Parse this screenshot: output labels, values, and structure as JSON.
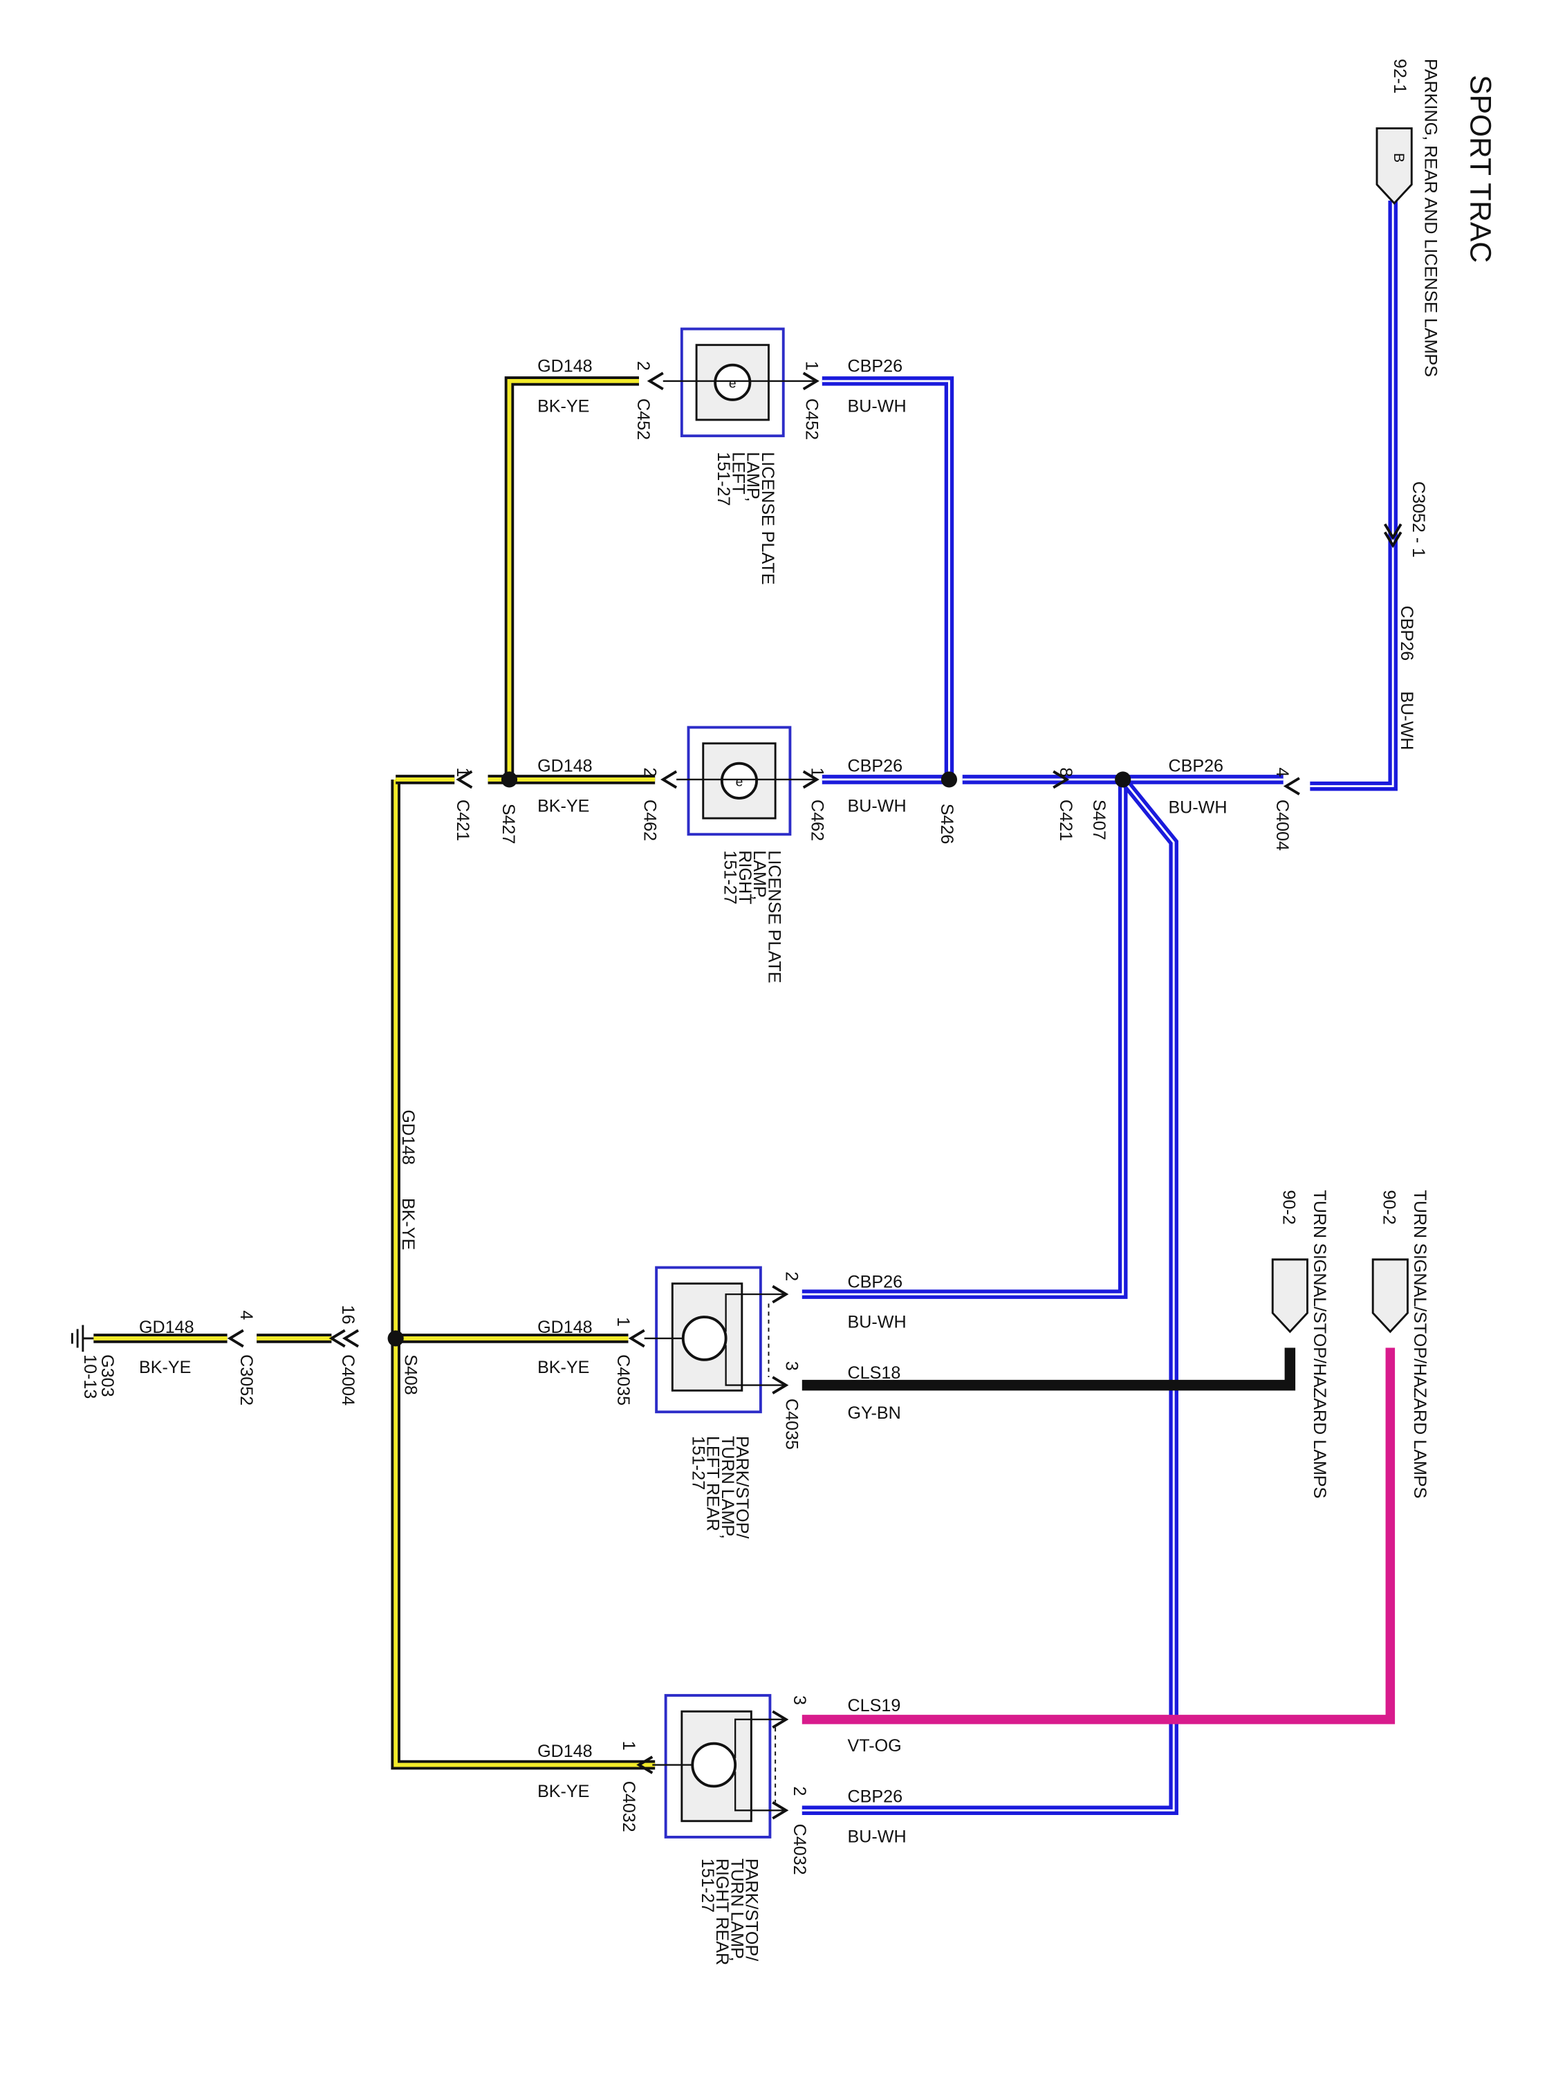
{
  "title": "SPORT TRAC",
  "subtitle": "PARKING, REAR AND LICENSE LAMPS",
  "page_ref": "92-1",
  "connector_b": "B",
  "c3052_pin": "C3052 - 1",
  "wires": {
    "cbp26": "CBP26",
    "bu_wh": "BU-WH",
    "gd148": "GD148",
    "bk_ye": "BK-YE",
    "cls18": "CLS18",
    "gy_bn": "GY-BN",
    "cls19": "CLS19",
    "vt_og": "VT-OG"
  },
  "colors": {
    "blue": "#1a1adc",
    "yellow": "#f2ea2a",
    "black": "#111111",
    "magenta": "#d81b8c",
    "box": "#2d2dc8"
  },
  "connectors": {
    "c452": "C452",
    "c462": "C462",
    "c421": "C421",
    "c4004": "C4004",
    "c4035": "C4035",
    "c4032": "C4032",
    "c3052": "C3052"
  },
  "splices": {
    "s426": "S426",
    "s407": "S407",
    "s427": "S427",
    "s408": "S408"
  },
  "pins": {
    "p1": "1",
    "p2": "2",
    "p3": "3",
    "p4": "4",
    "p8": "8",
    "p16": "16"
  },
  "components": {
    "lic_left": [
      "LICENSE PLATE",
      "LAMP,",
      "LEFT",
      "151-27"
    ],
    "lic_right": [
      "LICENSE PLATE",
      "LAMP,",
      "RIGHT",
      "151-27"
    ],
    "lr": [
      "PARK/STOP/",
      "TURN LAMP,",
      "LEFT REAR",
      "151-27"
    ],
    "rr": [
      "PARK/STOP/",
      "TURN LAMP,",
      "RIGHT REAR",
      "151-27"
    ]
  },
  "turn_signal": {
    "label": "TURN SIGNAL/STOP/HAZARD LAMPS",
    "ref": "90-2"
  },
  "ground": {
    "name": "G303",
    "ref": "10-13"
  }
}
